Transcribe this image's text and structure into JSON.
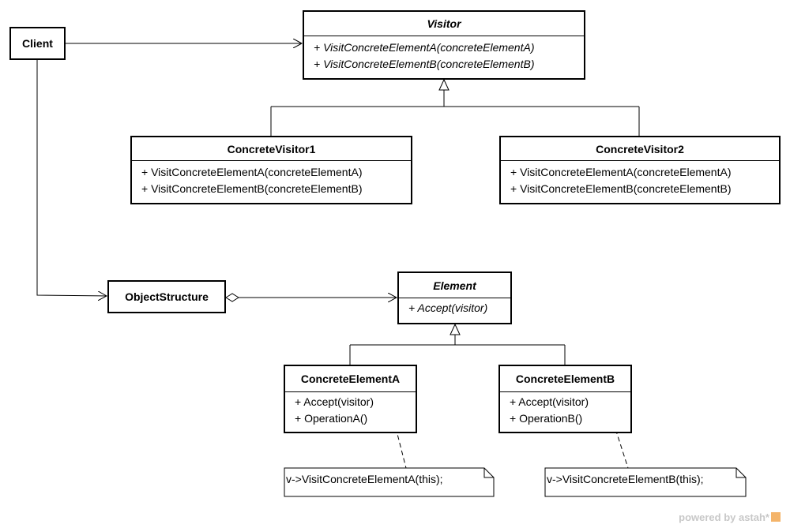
{
  "client": {
    "name": "Client"
  },
  "visitor": {
    "name": "Visitor",
    "ops": [
      "+ VisitConcreteElementA(concreteElementA)",
      "+ VisitConcreteElementB(concreteElementB)"
    ]
  },
  "concrete_visitor1": {
    "name": "ConcreteVisitor1",
    "ops": [
      "+ VisitConcreteElementA(concreteElementA)",
      "+ VisitConcreteElementB(concreteElementB)"
    ]
  },
  "concrete_visitor2": {
    "name": "ConcreteVisitor2",
    "ops": [
      "+ VisitConcreteElementA(concreteElementA)",
      "+ VisitConcreteElementB(concreteElementB)"
    ]
  },
  "object_structure": {
    "name": "ObjectStructure"
  },
  "element": {
    "name": "Element",
    "ops": [
      "+ Accept(visitor)"
    ]
  },
  "concrete_element_a": {
    "name": "ConcreteElementA",
    "ops": [
      "+ Accept(visitor)",
      "+ OperationA()"
    ]
  },
  "concrete_element_b": {
    "name": "ConcreteElementB",
    "ops": [
      "+ Accept(visitor)",
      "+ OperationB()"
    ]
  },
  "note_a": {
    "text": "v->VisitConcreteElementA(this);"
  },
  "note_b": {
    "text": "v->VisitConcreteElementB(this);"
  },
  "branding": {
    "text": "powered by astah*"
  }
}
